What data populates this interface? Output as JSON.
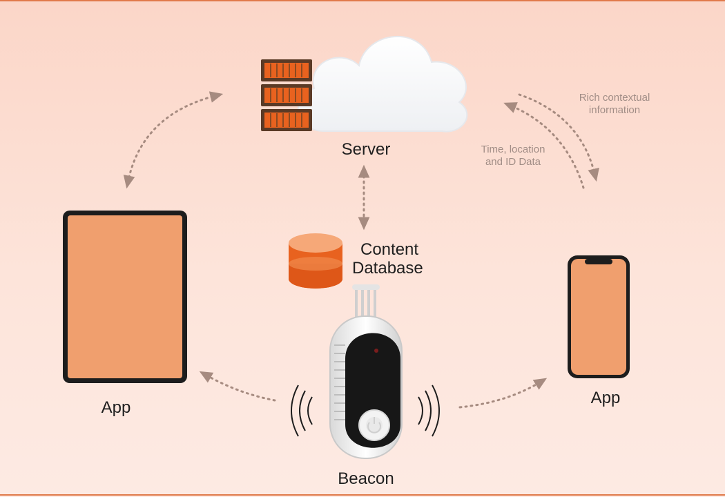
{
  "labels": {
    "server": "Server",
    "content_database_line1": "Content",
    "content_database_line2": "Database",
    "app_tablet": "App",
    "app_phone": "App",
    "beacon": "Beacon",
    "rich_contextual_line1": "Rich contextual",
    "rich_contextual_line2": "information",
    "time_location_line1": "Time, location",
    "time_location_line2": "and ID Data"
  },
  "icons": {
    "server": "server-rack-icon",
    "cloud": "cloud-icon",
    "database": "database-icon",
    "tablet": "tablet-icon",
    "phone": "smartphone-icon",
    "beacon": "beacon-device-icon"
  },
  "colors": {
    "accent_orange": "#e8621f",
    "device_screen": "#f09f6e",
    "arrow": "#a68b80",
    "background": "#fbd6c8"
  }
}
